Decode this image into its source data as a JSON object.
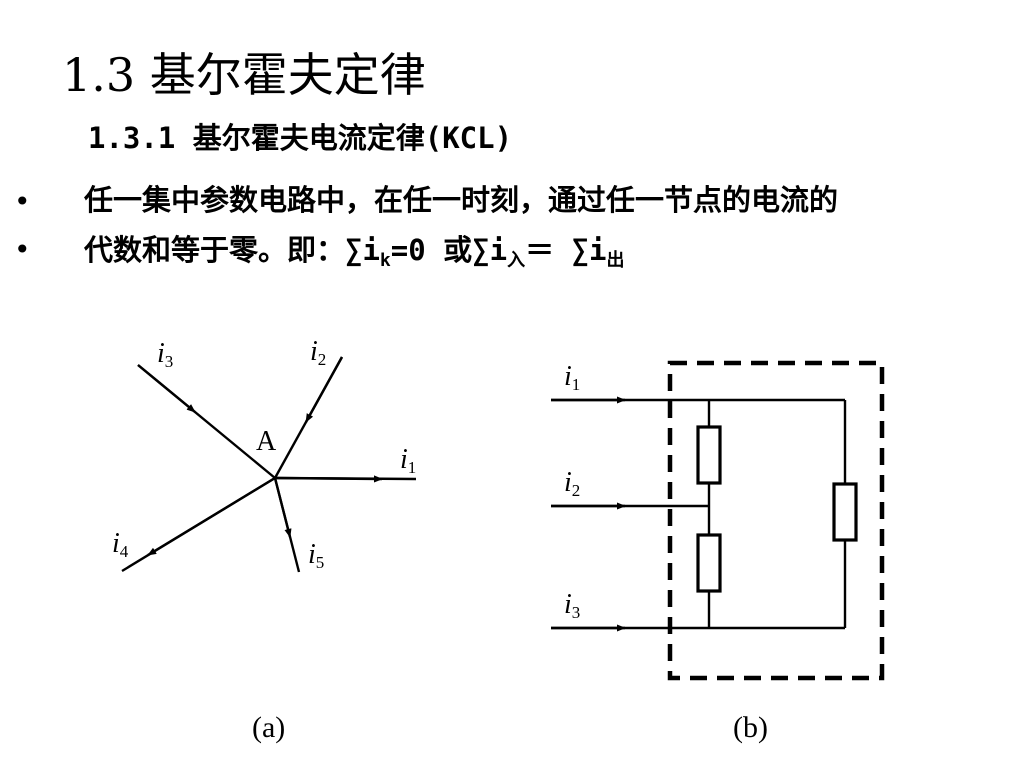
{
  "title": "1.3  基尔霍夫定律",
  "subtitle": "1.3.1 基尔霍夫电流定律(KCL)",
  "bullets": {
    "line1": "任一集中参数电路中，在任一时刻，通过任一节点的电流的",
    "line2_pre": "代数和等于零。即：∑i",
    "line2_sub_k": "k",
    "line2_mid": "=0 或∑i",
    "line2_sub_in": "入",
    "line2_mid2": "＝ ∑i",
    "line2_sub_out": "出"
  },
  "figure_a": {
    "node_label": "A",
    "currents": {
      "i1": "1",
      "i2": "2",
      "i3": "3",
      "i4": "4",
      "i5": "5"
    },
    "caption": "(a)"
  },
  "figure_b": {
    "currents": {
      "i1": "1",
      "i2": "2",
      "i3": "3"
    },
    "caption": "(b)"
  },
  "current_symbol": "i"
}
